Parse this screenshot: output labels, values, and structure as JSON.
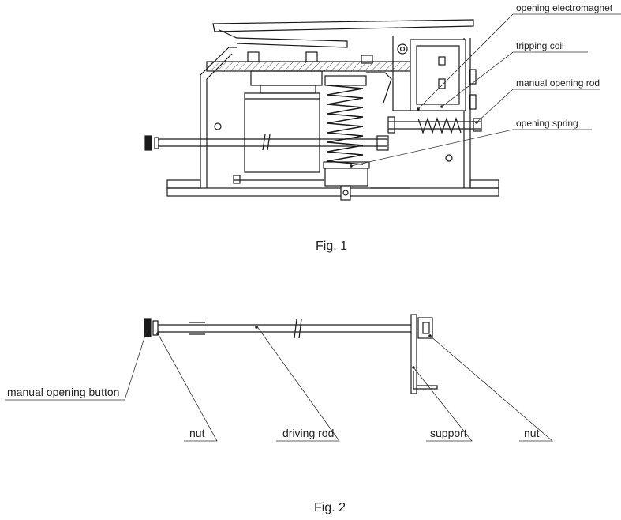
{
  "figures": [
    {
      "caption": "Fig. 1",
      "labels": {
        "opening_electromagnet": "opening electromagnet",
        "tripping_coil": "tripping coil",
        "manual_opening_rod": "manual opening rod",
        "opening_spring": "opening spring"
      }
    },
    {
      "caption": "Fig. 2",
      "labels": {
        "manual_opening_button": "manual opening button",
        "nut_left": "nut",
        "driving_rod": "driving rod",
        "support": "support",
        "nut_right": "nut"
      }
    }
  ],
  "colors": {
    "line": "#1a1a1a",
    "hatch": "#555555",
    "leader": "#333333"
  }
}
